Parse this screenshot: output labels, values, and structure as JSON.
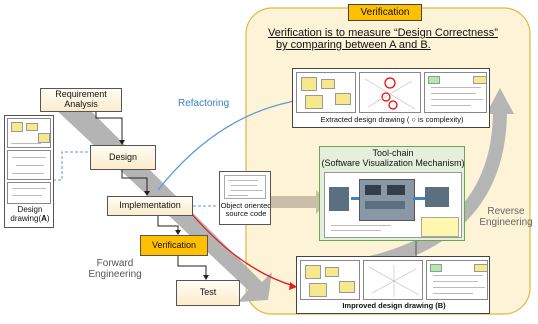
{
  "verification_panel": {
    "badge": "Verification",
    "subtitle_line1": "Verification is to measure “Design Correctness”",
    "subtitle_line2": "by comparing between A and B.",
    "extracted_caption": "Extracted design drawing ( ○ is complexity)",
    "toolchain_title_line1": "Tool-chain",
    "toolchain_title_line2": "(Software Visualization Mechanism)",
    "improved_caption": "Improved design drawing (B)"
  },
  "process": {
    "requirement_line1": "Requirement",
    "requirement_line2": "Analysis",
    "design": "Design",
    "implementation": "Implementation",
    "verification": "Verification",
    "test": "Test"
  },
  "labels": {
    "refactoring": "Refactoring",
    "forward_line1": "Forward",
    "forward_line2": "Engineering",
    "reverse_line1": "Reverse",
    "reverse_line2": "Engineering",
    "design_drawing_line1": "Design",
    "design_drawing_line2": "drawing(",
    "design_drawing_bold": "A",
    "design_drawing_end": ")",
    "source_line1": "Object oriented",
    "source_line2": "source code"
  },
  "colors": {
    "panel_fill": "#fdf3d6",
    "panel_border": "#e0b840",
    "badge_fill": "#ffc000",
    "forward_arrow": "#b0b0b0",
    "refactor_line": "#5b9bd5",
    "improve_line": "#e02020",
    "toolchain_fill": "#e4f0dc",
    "toolchain_border": "#6aa84f"
  }
}
